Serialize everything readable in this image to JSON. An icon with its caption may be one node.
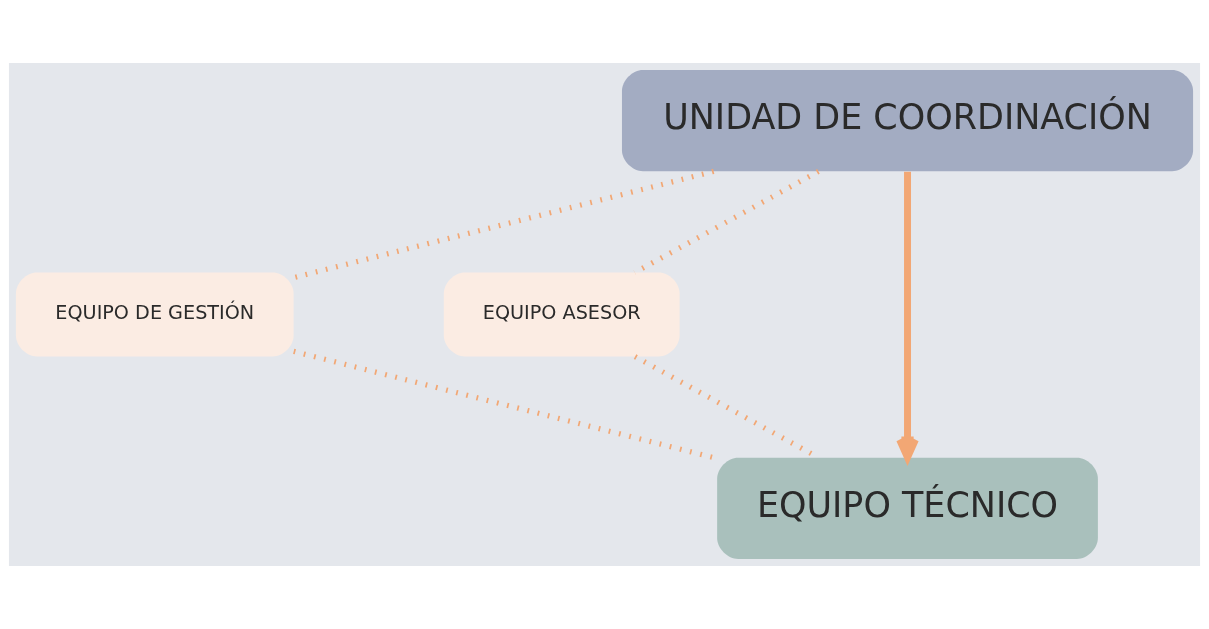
{
  "diagram": {
    "nodes": [
      {
        "text": [
          "UNIDAD DE COORDINACIÓN"
        ]
      },
      {
        "text": [
          "EQUIPO DE GESTIÓN"
        ]
      },
      {
        "text": [
          "EQUIPO ASESOR"
        ]
      },
      {
        "text": [
          "EQUIPO TÉCNICO"
        ]
      }
    ],
    "edges": [
      {
        "from": 0,
        "to": 1,
        "arrow": "none",
        "style": "dashed"
      },
      {
        "from": 0,
        "to": 2,
        "arrow": "none",
        "style": "dashed"
      },
      {
        "from": 0,
        "to": 3,
        "arrow": "to"
      },
      {
        "from": 1,
        "to": 3,
        "arrow": "none",
        "style": "dashed"
      },
      {
        "from": 2,
        "to": 3,
        "arrow": "none",
        "style": "dashed"
      }
    ]
  }
}
